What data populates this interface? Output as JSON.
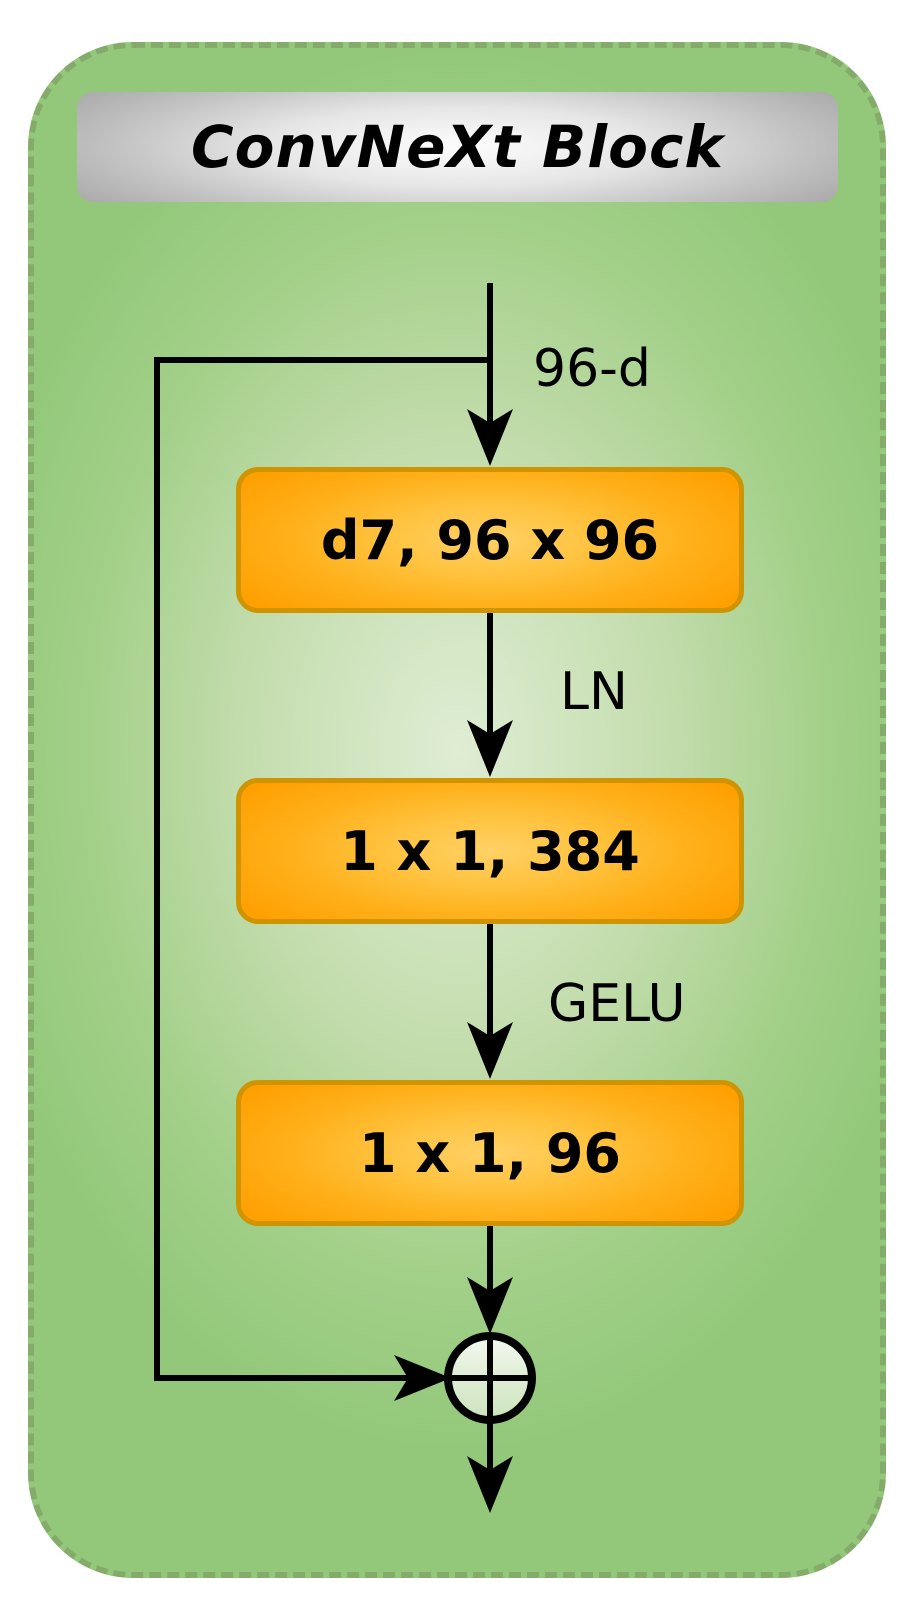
{
  "diagram": {
    "title": "ConvNeXt Block",
    "input_dim_label": "96-d",
    "nodes": [
      {
        "id": "dwconv",
        "label": "d7, 96 x 96"
      },
      {
        "id": "pwconv1",
        "label": "1 x 1, 384"
      },
      {
        "id": "pwconv2",
        "label": "1 x 1, 96"
      }
    ],
    "edge_labels": {
      "after_dwconv": "LN",
      "after_pwconv1": "GELU"
    },
    "sum_node_symbol": "plus-circle",
    "colors": {
      "page_background": "#ffffff",
      "panel_fill_edge": "#93c87a",
      "panel_fill_center": "#dfedd4",
      "panel_border": "#85ab6a",
      "header_fill_center": "#fdfdfd",
      "header_fill_edge": "#a7a7a7",
      "node_fill_center": "#ffd165",
      "node_fill_edge": "#ff9f00",
      "node_border": "#cf9400",
      "line_color": "#000000",
      "text_color": "#000000",
      "sum_fill_top": "#f3f9f0",
      "sum_fill_bottom": "#cde3bd"
    }
  }
}
